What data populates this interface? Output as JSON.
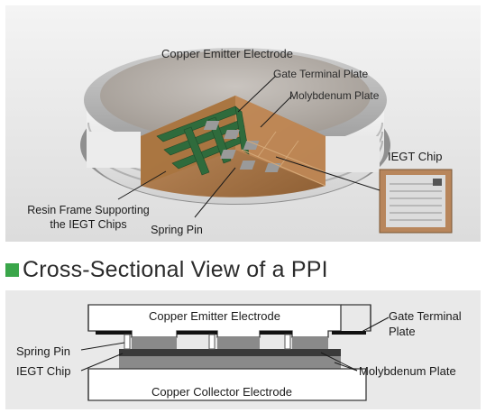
{
  "photo": {
    "labels": {
      "copper_emitter": "Copper Emitter Electrode",
      "gate_plate": "Gate Terminal Plate",
      "molybdenum": "Molybdenum Plate",
      "iegt_chip": "IEGT Chip",
      "resin_line1": "Resin Frame Supporting",
      "resin_line2": "the IEGT Chips",
      "spring_pin": "Spring Pin"
    }
  },
  "section": {
    "title": "Cross-Sectional View of a PPI"
  },
  "cross_section": {
    "labels": {
      "copper_emitter": "Copper Emitter Electrode",
      "copper_collector": "Copper Collector Electrode",
      "gate_line1": "Gate Terminal",
      "gate_line2": "Plate",
      "spring_pin": "Spring Pin",
      "iegt_chip": "IEGT Chip",
      "molybdenum": "Molybdenum Plate"
    }
  },
  "colors": {
    "accent_green": "#3aa64a",
    "circuit_green": "#2f6b3c",
    "copper": "#b98b5b",
    "molybdenum_gray": "#8a8a8a",
    "chip_dark": "#3a3a3a"
  }
}
